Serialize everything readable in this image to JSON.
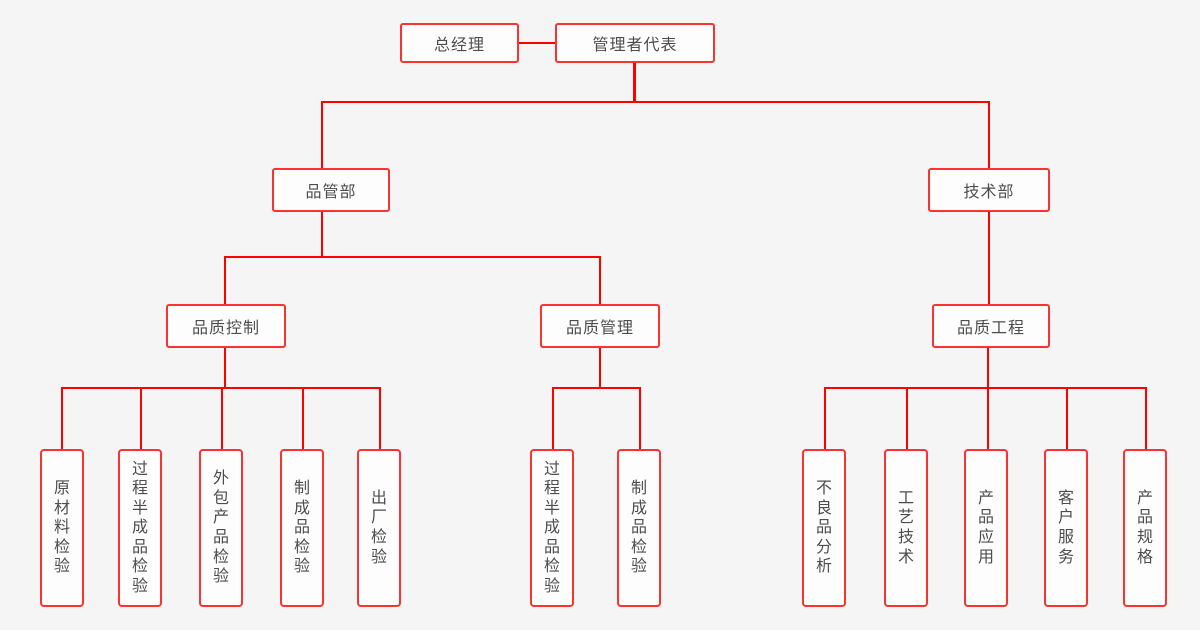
{
  "colors": {
    "canvas_bg": "#f5f5f5",
    "box_fill": "#fdfdfd",
    "box_border": "#fa3232",
    "line_red": "#fd0100",
    "text": "#4d4d4d"
  },
  "nodes": {
    "general_manager": {
      "label": "总经理"
    },
    "management_representative": {
      "label": "管理者代表"
    },
    "quality_dept": {
      "label": "品管部"
    },
    "tech_dept": {
      "label": "技术部"
    },
    "quality_control": {
      "label": "品质控制"
    },
    "quality_management": {
      "label": "品质管理"
    },
    "quality_engineering": {
      "label": "品质工程"
    },
    "quality_control_children": [
      {
        "label": "原材料检验"
      },
      {
        "label": "过程半成品检验"
      },
      {
        "label": "外包产品检验"
      },
      {
        "label": "制成品检验"
      },
      {
        "label": "出厂检验"
      }
    ],
    "quality_management_children": [
      {
        "label": "过程半成品检验"
      },
      {
        "label": "制成品检验"
      }
    ],
    "quality_engineering_children": [
      {
        "label": "不良品分析"
      },
      {
        "label": "工艺技术"
      },
      {
        "label": "产品应用"
      },
      {
        "label": "客户服务"
      },
      {
        "label": "产品规格"
      }
    ]
  }
}
